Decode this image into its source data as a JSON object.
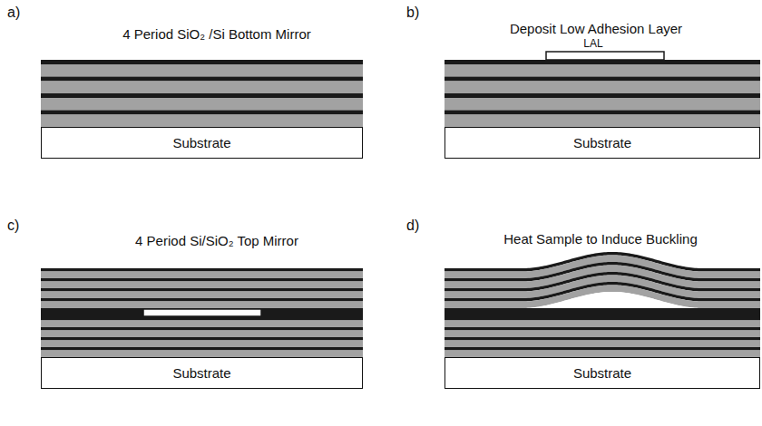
{
  "diagram": {
    "nodes": [
      {
        "text": [
          "Substrate"
        ]
      },
      {
        "text": [
          "Substrate"
        ]
      },
      {
        "text": [
          "Substrate"
        ]
      },
      {
        "text": [
          "Substrate"
        ]
      }
    ],
    "labels": [
      "a)",
      "4 Period SiO₂ /Si Bottom Mirror",
      "b)",
      "Deposit Low Adhesion Layer",
      "LAL",
      "c)",
      "4 Period Si/SiO₂ Top Mirror",
      "d)",
      "Heat Sample to Induce Buckling"
    ]
  }
}
